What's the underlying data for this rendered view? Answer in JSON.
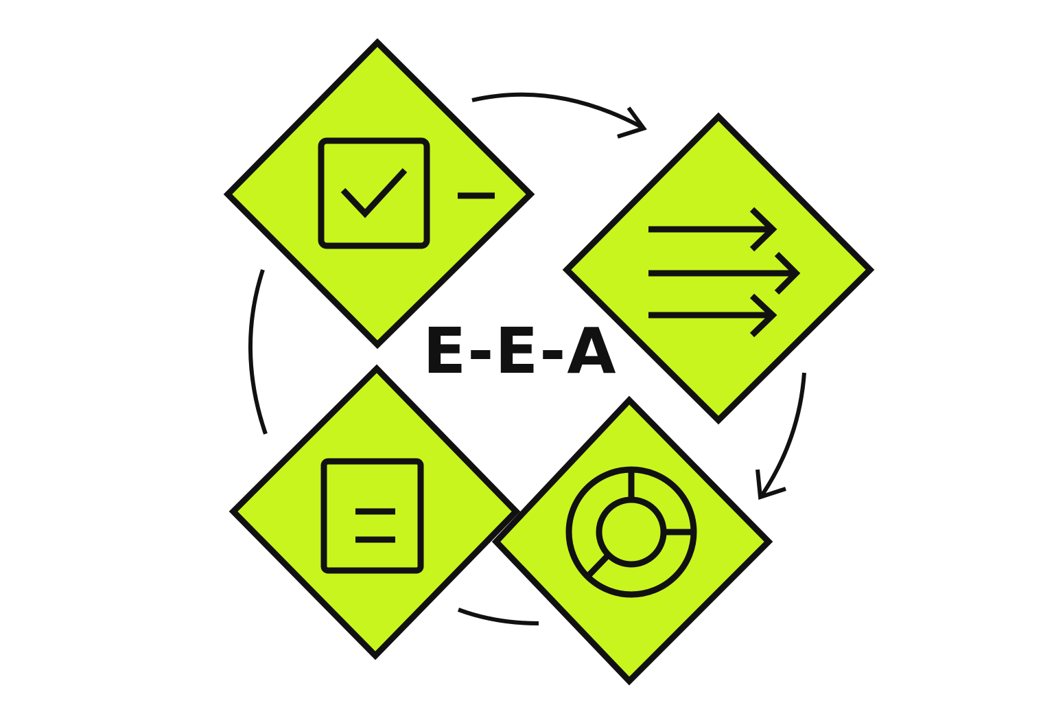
{
  "center_label": "E-E-A",
  "colors": {
    "diamond_fill": "#c8f51e",
    "stroke": "#111111",
    "background": "#ffffff"
  },
  "nodes": [
    {
      "id": "top-left",
      "icon": "checkbox-check-icon"
    },
    {
      "id": "right",
      "icon": "three-arrows-icon"
    },
    {
      "id": "bottom-left",
      "icon": "document-lines-icon"
    },
    {
      "id": "bottom-right",
      "icon": "ring-chart-icon"
    }
  ],
  "cycle": {
    "direction": "clockwise",
    "arrows": [
      "top-arc-arrow",
      "right-arc-arrow"
    ]
  }
}
